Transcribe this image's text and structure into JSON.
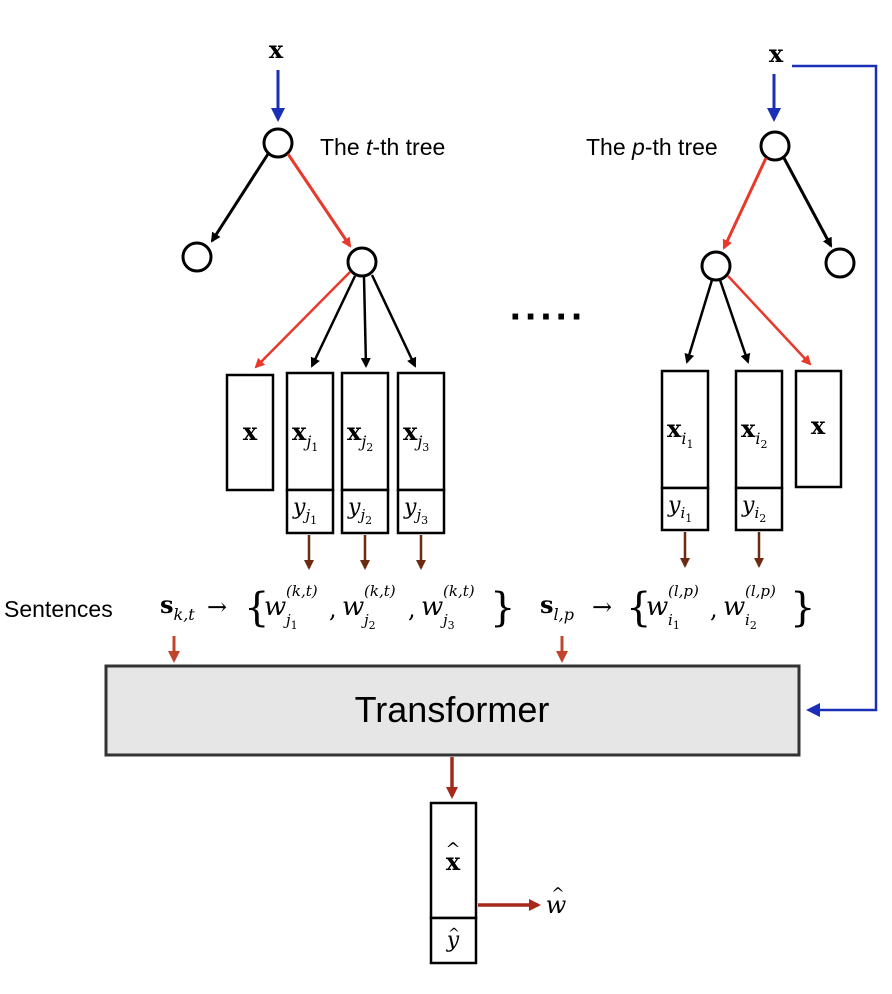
{
  "colors": {
    "black": "#000000",
    "red": "#e8392b",
    "brown": "#6b2a12",
    "rust": "#c1452b",
    "darkred": "#a52a1c",
    "blue": "#1a2fb5",
    "transformer_fill": "#e6e6e6",
    "transformer_stroke": "#333333"
  },
  "labels": {
    "input_left": "x",
    "input_right": "x",
    "tree_t_prefix": "The ",
    "tree_t_var": "t",
    "tree_t_suffix": "-th tree",
    "tree_p_prefix": "The ",
    "tree_p_var": "p",
    "tree_p_suffix": "-th tree",
    "ellipsis": "·····",
    "sentences": "Sentences",
    "transformer": "Transformer"
  },
  "left_tree": {
    "boxes": [
      {
        "x": "x",
        "sub": ""
      },
      {
        "x": "x",
        "sub": "j",
        "subsub": "1",
        "y": "y"
      },
      {
        "x": "x",
        "sub": "j",
        "subsub": "2",
        "y": "y"
      },
      {
        "x": "x",
        "sub": "j",
        "subsub": "3",
        "y": "y"
      }
    ]
  },
  "right_tree": {
    "boxes": [
      {
        "x": "x",
        "sub": "i",
        "subsub": "1",
        "y": "y"
      },
      {
        "x": "x",
        "sub": "i",
        "subsub": "2",
        "y": "y"
      },
      {
        "x": "x",
        "sub": ""
      }
    ]
  },
  "sentence_left": {
    "s": "s",
    "s_sub": "k,t",
    "arrow": "→",
    "w": "w",
    "sup": "(k,t)",
    "subs": [
      "j",
      "j",
      "j"
    ],
    "subsubs": [
      "1",
      "2",
      "3"
    ],
    "comma": ","
  },
  "sentence_right": {
    "s": "s",
    "s_sub": "l,p",
    "arrow": "→",
    "w": "w",
    "sup": "(l,p)",
    "subs": [
      "i",
      "i"
    ],
    "subsubs": [
      "1",
      "2"
    ],
    "comma": ","
  },
  "output": {
    "xhat": "x",
    "hat": "^",
    "yhat": "y",
    "what": "w"
  }
}
